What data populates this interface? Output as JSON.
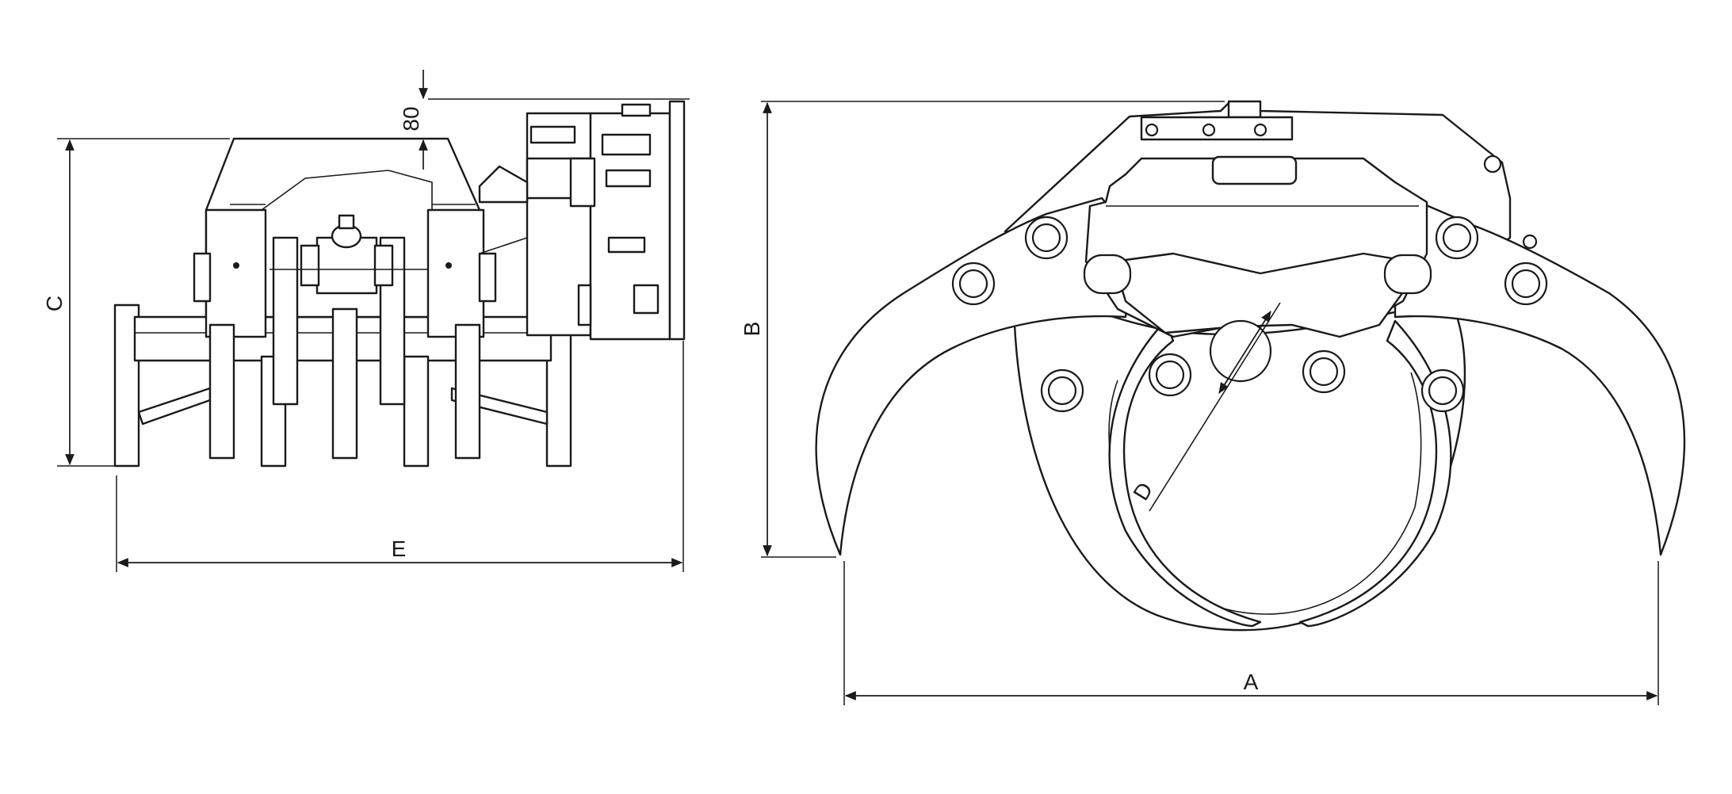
{
  "dimensions": {
    "top_offset": "80",
    "height_side": "C",
    "width_side": "E",
    "height_front": "B",
    "opening_width": "A",
    "log_diameter": "D"
  }
}
